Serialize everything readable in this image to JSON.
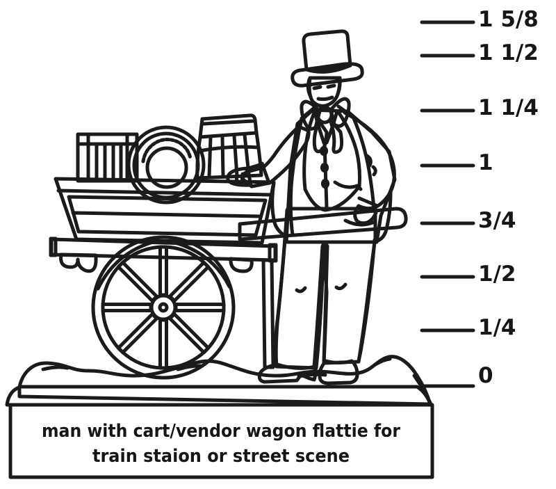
{
  "scale": {
    "marks": [
      {
        "label": "1 5/8"
      },
      {
        "label": "1 1/2"
      },
      {
        "label": "1 1/4"
      },
      {
        "label": "1"
      },
      {
        "label": "3/4"
      },
      {
        "label": "1/2"
      },
      {
        "label": "1/4"
      },
      {
        "label": "0"
      }
    ]
  },
  "caption": {
    "line1": "man with cart/vendor wagon flattie for",
    "line2": "train staion or street scene"
  },
  "colors": {
    "ink": "#1b1b1b",
    "paper": "#ffffff"
  }
}
